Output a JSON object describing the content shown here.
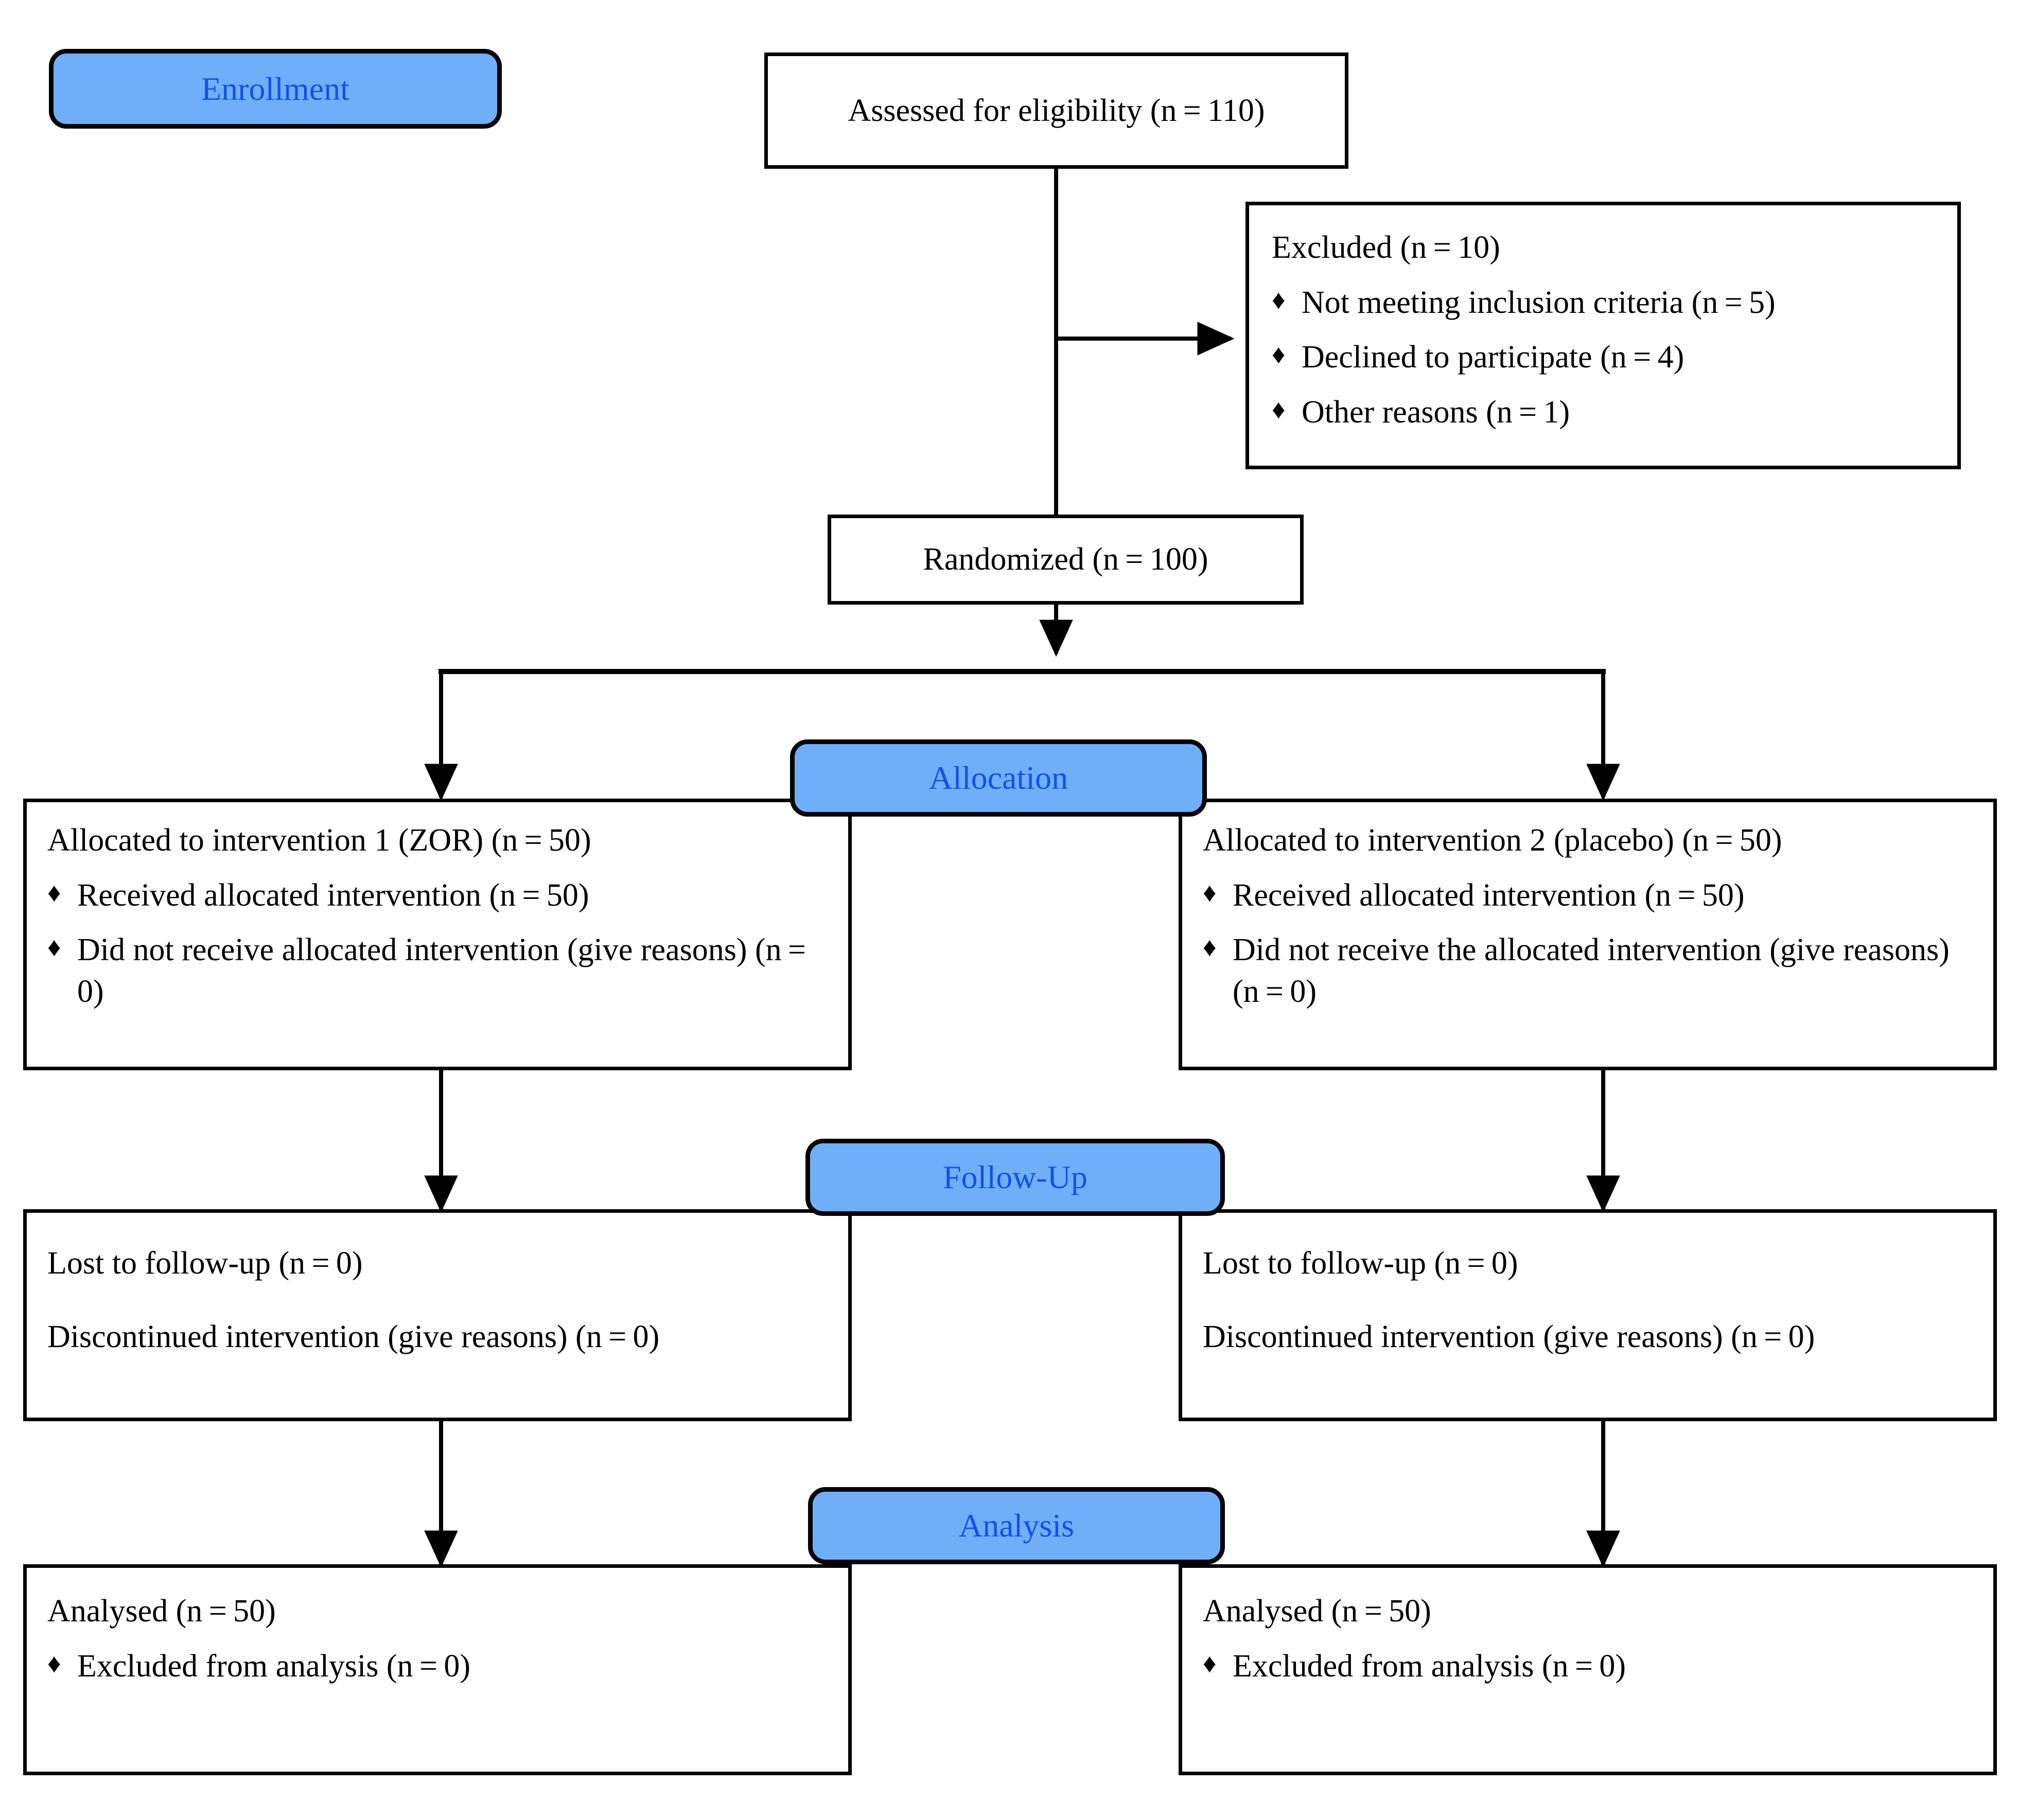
{
  "diagram": {
    "title": "CONSORT participant flow diagram",
    "accent_blue_fill": "#6FAFF9",
    "accent_blue_text": "#1450E8",
    "line_color": "#000000",
    "background": "#ffffff",
    "bullet_glyph": "♦"
  },
  "phases": {
    "enrollment": "Enrollment",
    "allocation": "Allocation",
    "followup": "Follow-Up",
    "analysis": "Analysis"
  },
  "enrollment": {
    "assessed": "Assessed for eligibility (n = 110)",
    "excluded": {
      "heading": "Excluded (n = 10)",
      "reasons": [
        "Not meeting inclusion criteria (n = 5)",
        "Declined to participate (n = 4)",
        "Other reasons (n = 1)"
      ]
    },
    "randomized": "Randomized (n = 100)"
  },
  "allocation": {
    "left": {
      "heading": "Allocated to intervention 1 (ZOR) (n = 50)",
      "bullets": [
        "Received allocated intervention (n = 50)",
        "Did not receive allocated intervention (give reasons) (n = 0)"
      ]
    },
    "right": {
      "heading": "Allocated to intervention 2 (placebo) (n = 50)",
      "bullets": [
        "Received allocated intervention (n = 50)",
        "Did not receive the allocated intervention (give reasons) (n = 0)"
      ]
    }
  },
  "followup": {
    "left": {
      "lines": [
        "Lost to follow-up (n = 0)",
        "Discontinued intervention (give reasons) (n = 0)"
      ]
    },
    "right": {
      "lines": [
        "Lost to follow-up (n = 0)",
        "Discontinued intervention (give reasons) (n = 0)"
      ]
    }
  },
  "analysis": {
    "left": {
      "heading": "Analysed (n = 50)",
      "bullets": [
        "Excluded from analysis (n = 0)"
      ]
    },
    "right": {
      "heading": "Analysed (n = 50)",
      "bullets": [
        "Excluded from analysis (n = 0)"
      ]
    }
  }
}
